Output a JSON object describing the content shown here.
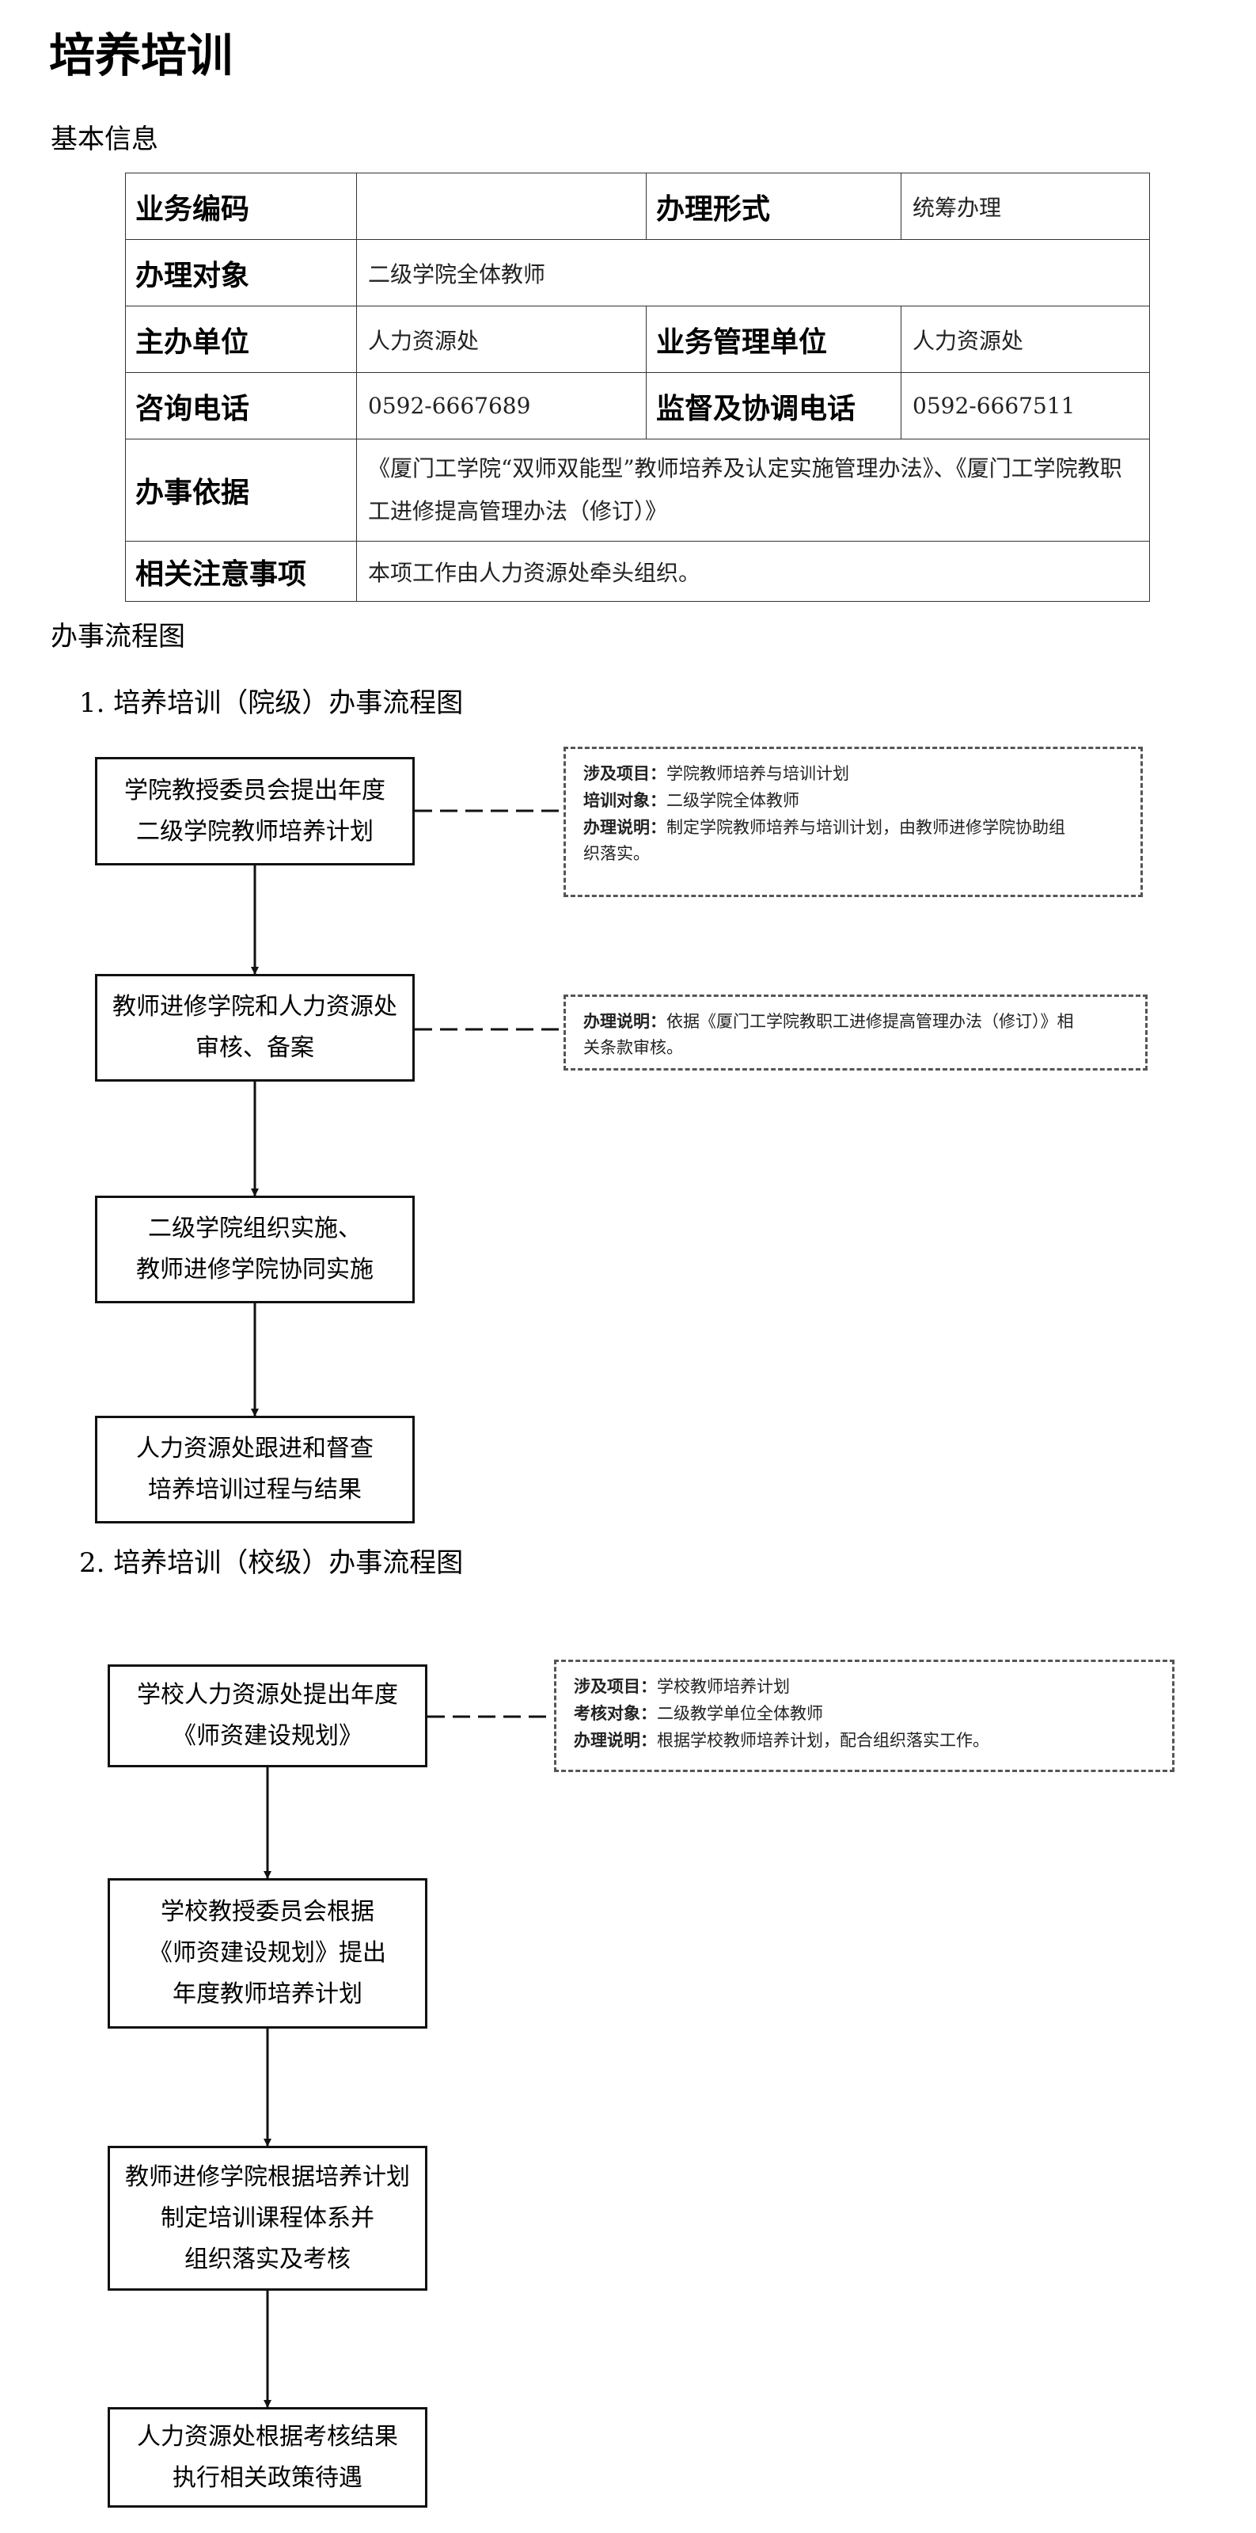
{
  "title": "培养培训",
  "basic_info": {
    "heading": "基本信息",
    "rows": {
      "r1": {
        "l1": "业务编码",
        "v1": "",
        "l2": "办理形式",
        "v2": "统筹办理"
      },
      "r2": {
        "l1": "办理对象",
        "v1": "二级学院全体教师"
      },
      "r3": {
        "l1": "主办单位",
        "v1": "人力资源处",
        "l2": "业务管理单位",
        "v2": "人力资源处"
      },
      "r4": {
        "l1": "咨询电话",
        "v1": "0592-6667689",
        "l2": "监督及协调电话",
        "v2": "0592-6667511"
      },
      "r5": {
        "l1": "办事依据",
        "v1": "《厦门工学院“双师双能型”教师培养及认定实施管理办法》、《厦门工学院教职工进修提高管理办法（修订）》"
      },
      "r6": {
        "l1": "相关注意事项",
        "v1": "本项工作由人力资源处牵头组织。"
      }
    }
  },
  "flow": {
    "heading": "办事流程图",
    "college": {
      "subtitle": "1. 培养培训（院级）办事流程图",
      "steps": [
        {
          "line1": "学院教授委员会提出年度",
          "line2": "二级学院教师培养计划"
        },
        {
          "line1": "教师进修学院和人力资源处",
          "line2": "审核、备案"
        },
        {
          "line1": "二级学院组织实施、",
          "line2": "教师进修学院协同实施"
        },
        {
          "line1": "人力资源处跟进和督查",
          "line2": "培养培训过程与结果"
        }
      ],
      "note1": {
        "k1": "涉及项目：",
        "v1": "学院教师培养与培训计划",
        "k2": "培训对象：",
        "v2": "二级学院全体教师",
        "k3": "办理说明：",
        "v3a": "制定学院教师培养与培训计划，由教师进修学院协助组",
        "v3b": "织落实。"
      },
      "note2": {
        "k1": "办理说明：",
        "v1a": "依据《厦门工学院教职工进修提高管理办法（修订）》相",
        "v1b": "关条款审核。"
      }
    },
    "school": {
      "subtitle": "2. 培养培训（校级）办事流程图",
      "steps": [
        {
          "line1": "学校人力资源处提出年度",
          "line2": "《师资建设规划》"
        },
        {
          "line1": "学校教授委员会根据",
          "line2": "《师资建设规划》提出",
          "line3": "年度教师培养计划"
        },
        {
          "line1": "教师进修学院根据培养计划",
          "line2": "制定培训课程体系并",
          "line3": "组织落实及考核"
        },
        {
          "line1": "人力资源处根据考核结果",
          "line2": "执行相关政策待遇"
        }
      ],
      "note1": {
        "k1": "涉及项目：",
        "v1": "学校教师培养计划",
        "k2": "考核对象：",
        "v2": "二级教学单位全体教师",
        "k3": "办理说明：",
        "v3": "根据学校教师培养计划，配合组织落实工作。"
      }
    }
  }
}
